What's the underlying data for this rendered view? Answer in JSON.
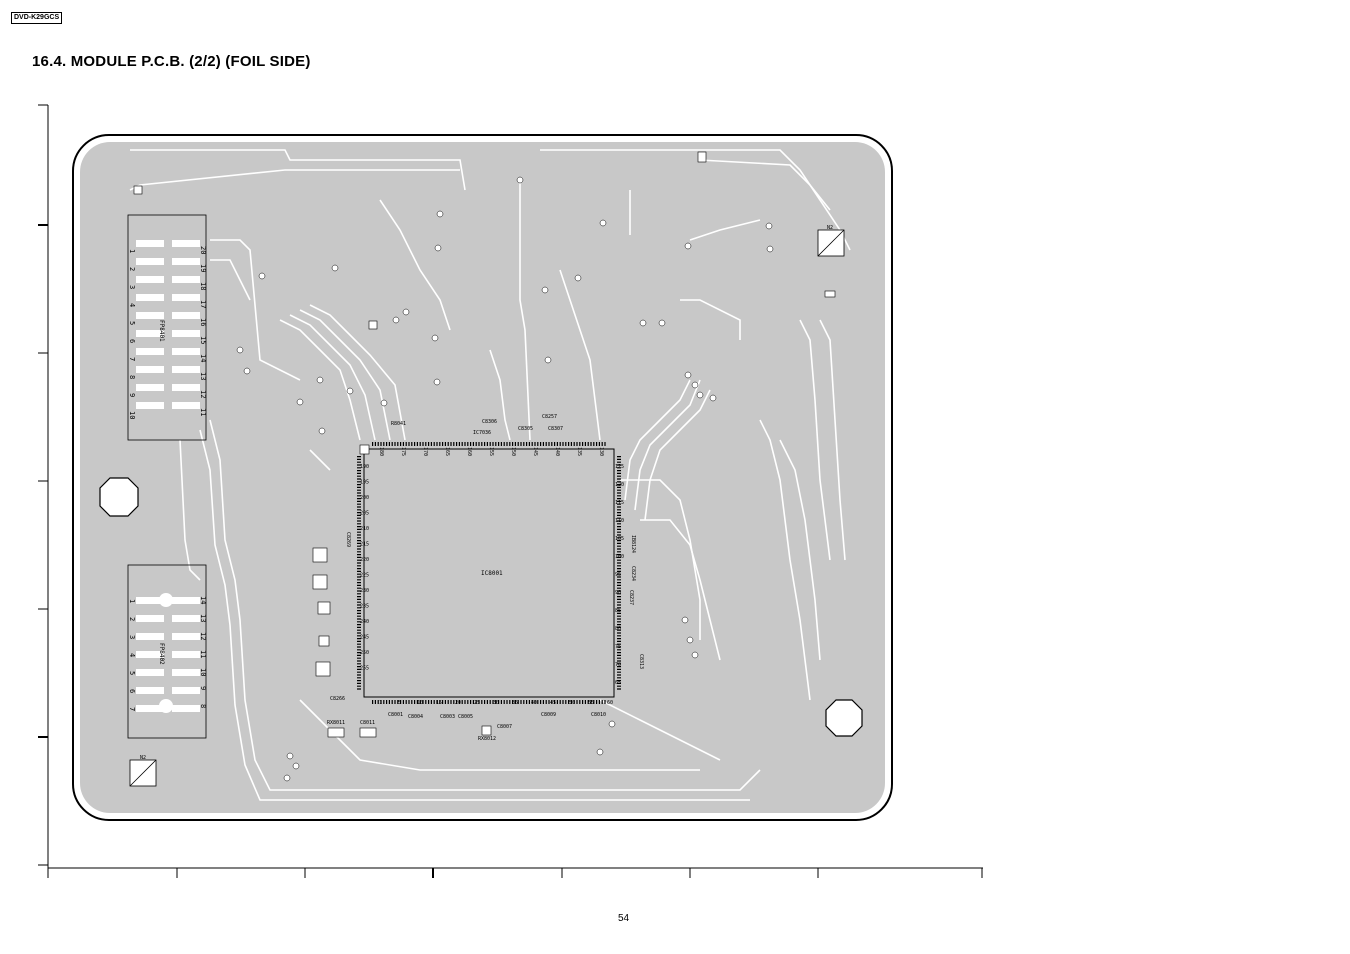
{
  "header": {
    "model_tag": "DVD-K29GCS",
    "section_title": "16.4.   MODULE P.C.B. (2/2) (FOIL SIDE)"
  },
  "footer": {
    "page_number": "54"
  },
  "board": {
    "colors": {
      "board_fill": "#c8c8c8",
      "trace": "#ffffff",
      "outline": "#000000"
    },
    "main_ic": "IC8001",
    "connectors": [
      {
        "ref": "FP8401",
        "pins_left": [
          "1",
          "2",
          "3",
          "4",
          "5",
          "6",
          "7",
          "8",
          "9",
          "10"
        ],
        "pins_right": [
          "20",
          "19",
          "18",
          "17",
          "16",
          "15",
          "14",
          "13",
          "12",
          "11"
        ]
      },
      {
        "ref": "FP8402",
        "pins_left": [
          "1",
          "2",
          "3",
          "4",
          "5",
          "6",
          "7"
        ],
        "pins_right": [
          "14",
          "13",
          "12",
          "11",
          "10",
          "9",
          "8"
        ]
      }
    ],
    "components": [
      "R8041",
      "C8306",
      "C8305",
      "C8307",
      "C8257",
      "IC7036",
      "C8001",
      "C8004",
      "C8003",
      "C8005",
      "C8007",
      "C8009",
      "C8010",
      "C8011",
      "RX8011",
      "RX8012",
      "IB8124",
      "C8234",
      "C8237",
      "C8313",
      "C8269",
      "C8266"
    ],
    "ic_pins_top": [
      "180",
      "175",
      "170",
      "165",
      "160",
      "155",
      "150",
      "145",
      "140",
      "135",
      "130"
    ],
    "ic_pins_left": [
      "190",
      "195",
      "200",
      "205",
      "210",
      "215",
      "220",
      "225",
      "230",
      "235",
      "240",
      "245",
      "250",
      "255"
    ],
    "ic_pins_right": [
      "125",
      "120",
      "115",
      "110",
      "105",
      "100",
      "95",
      "90",
      "85",
      "80",
      "75",
      "70",
      "65"
    ],
    "ic_pins_bottom": [
      "1",
      "5",
      "10",
      "15",
      "20",
      "25",
      "30",
      "35",
      "40",
      "45",
      "50",
      "55",
      "60"
    ],
    "markers": [
      "N2",
      "N2"
    ]
  }
}
